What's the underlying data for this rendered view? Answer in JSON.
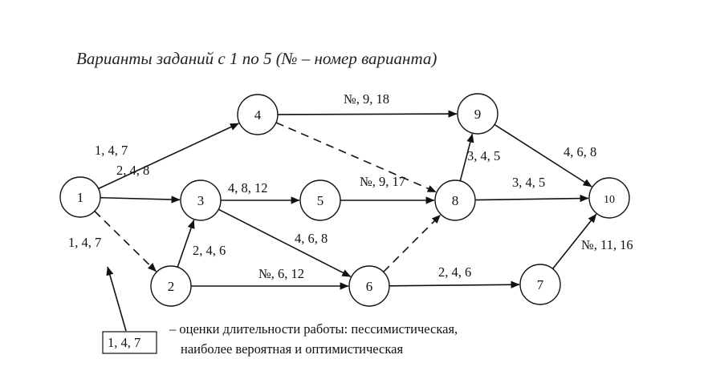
{
  "title": "Варианты заданий с 1 по 5 (№ – номер варианта)",
  "nodes": [
    {
      "id": "1",
      "label": "1"
    },
    {
      "id": "2",
      "label": "2"
    },
    {
      "id": "3",
      "label": "3"
    },
    {
      "id": "4",
      "label": "4"
    },
    {
      "id": "5",
      "label": "5"
    },
    {
      "id": "6",
      "label": "6"
    },
    {
      "id": "7",
      "label": "7"
    },
    {
      "id": "8",
      "label": "8"
    },
    {
      "id": "9",
      "label": "9"
    },
    {
      "id": "10",
      "label": "10"
    }
  ],
  "edges": [
    {
      "from": "1",
      "to": "4",
      "label": "1, 4, 7",
      "dashed": false
    },
    {
      "from": "1",
      "to": "3",
      "label": "2, 4, 8",
      "dashed": false
    },
    {
      "from": "1",
      "to": "2",
      "label": "1, 4, 7",
      "dashed": true
    },
    {
      "from": "2",
      "to": "3",
      "label": "2, 4, 6",
      "dashed": false
    },
    {
      "from": "2",
      "to": "6",
      "label": "№, 6, 12",
      "dashed": false
    },
    {
      "from": "3",
      "to": "5",
      "label": "4, 8, 12",
      "dashed": false
    },
    {
      "from": "3",
      "to": "6",
      "label": "4, 6, 8",
      "dashed": false
    },
    {
      "from": "4",
      "to": "9",
      "label": "№, 9, 18",
      "dashed": false
    },
    {
      "from": "4",
      "to": "8",
      "label": "",
      "dashed": true
    },
    {
      "from": "5",
      "to": "8",
      "label": "№, 9, 17",
      "dashed": false
    },
    {
      "from": "6",
      "to": "8",
      "label": "",
      "dashed": true
    },
    {
      "from": "6",
      "to": "7",
      "label": "2, 4, 6",
      "dashed": false
    },
    {
      "from": "8",
      "to": "9",
      "label": "3, 4, 5",
      "dashed": false
    },
    {
      "from": "8",
      "to": "10",
      "label": "3, 4, 5",
      "dashed": false
    },
    {
      "from": "9",
      "to": "10",
      "label": "4, 6, 8",
      "dashed": false
    },
    {
      "from": "7",
      "to": "10",
      "label": "№, 11, 16",
      "dashed": false
    }
  ],
  "legend": {
    "box_label": "1, 4, 7",
    "line1": "– оценки длительности работы: пессимистическая,",
    "line2": "наиболее вероятная и оптимистическая"
  }
}
